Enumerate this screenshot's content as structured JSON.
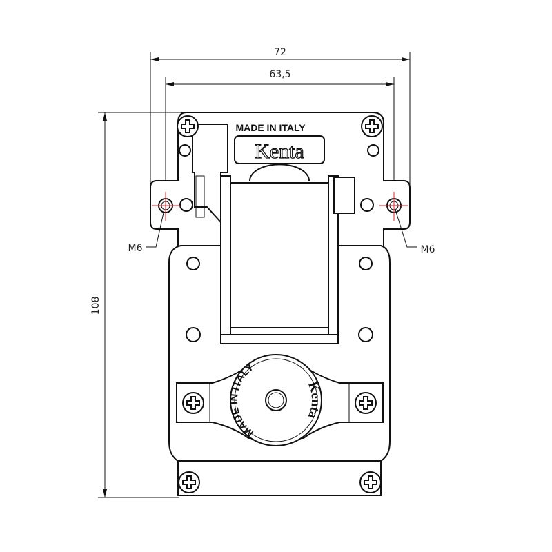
{
  "drawing": {
    "dimensions": {
      "overall_width": "72",
      "hole_spacing": "63,5",
      "height": "108",
      "hole_left": "M6",
      "hole_right": "M6"
    },
    "nameplate": {
      "origin": "MADE IN ITALY",
      "brand": "Kenta"
    },
    "rotor_cap": {
      "origin": "MADE IN ITALY",
      "brand": "Kenta"
    },
    "colors": {
      "line": "#111111",
      "centerline": "#e0202a"
    }
  }
}
